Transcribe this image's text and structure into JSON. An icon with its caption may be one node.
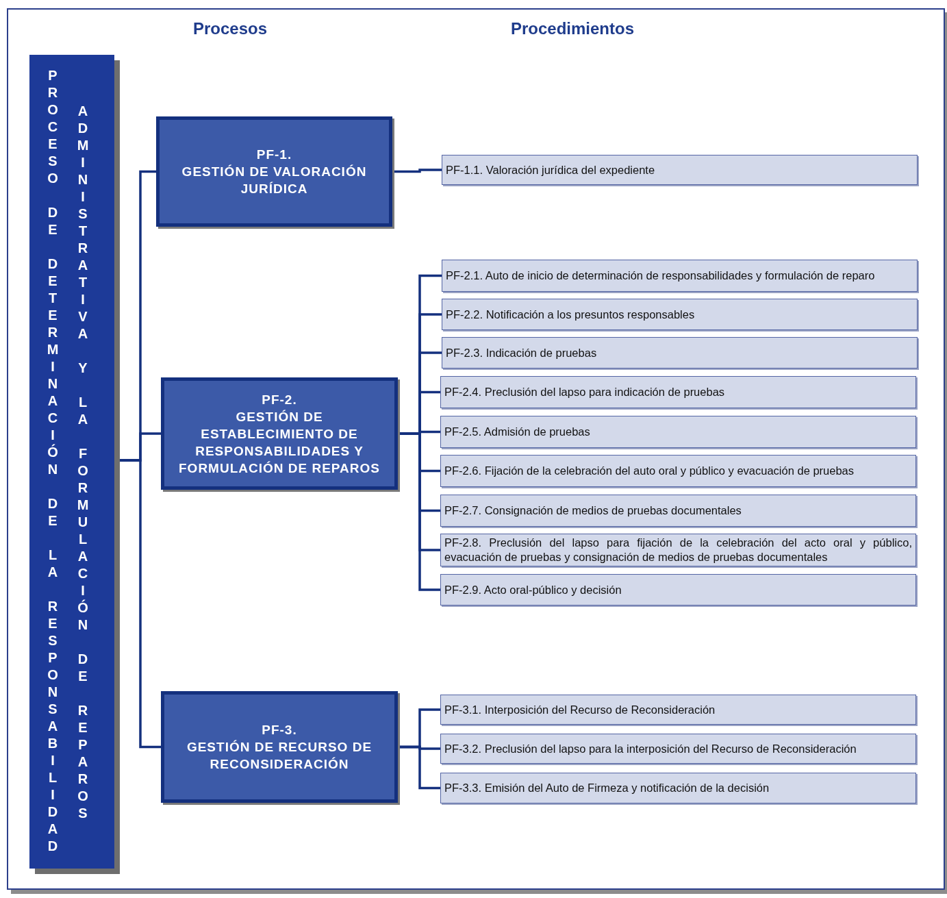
{
  "diagram": {
    "nodes": [
      {
        "text": [
          "PROCESO DE DETERMINACIÓN DE LA RESPONSABILIDAD",
          "ADMINISTRATIVA Y LA FORMULACIÓN DE REPAROS"
        ]
      },
      {
        "text": [
          "PF-1.",
          "GESTIÓN DE VALORACIÓN JURÍDICA"
        ]
      },
      {
        "text": [
          "PF-1.1. Valoración jurídica del expediente"
        ]
      },
      {
        "text": [
          "PF-2.",
          "GESTIÓN DE ESTABLECIMIENTO DE RESPONSABILIDADES Y FORMULACIÓN DE REPAROS"
        ]
      },
      {
        "text": [
          "PF-2.1. Auto de inicio de determinación de responsabilidades y formulación de reparo"
        ]
      },
      {
        "text": [
          "PF-2.2. Notificación a los presuntos responsables"
        ]
      },
      {
        "text": [
          "PF-2.3. Indicación de pruebas"
        ]
      },
      {
        "text": [
          "PF-2.4. Preclusión del lapso para indicación de pruebas"
        ]
      },
      {
        "text": [
          "PF-2.5. Admisión de pruebas"
        ]
      },
      {
        "text": [
          "PF-2.6. Fijación de la celebración del auto oral y público y evacuación de pruebas"
        ]
      },
      {
        "text": [
          "PF-2.7. Consignación de medios de pruebas documentales"
        ]
      },
      {
        "text": [
          "PF-2.8. Preclusión del lapso para fijación de la celebración del acto oral y público, evacuación de pruebas y consignación de medios de pruebas documentales"
        ]
      },
      {
        "text": [
          "PF-2.9. Acto oral-público y decisión"
        ]
      },
      {
        "text": [
          "PF-3.",
          "GESTIÓN DE RECURSO DE RECONSIDERACIÓN"
        ]
      },
      {
        "text": [
          "PF-3.1. Interposición del Recurso de Reconsideración"
        ]
      },
      {
        "text": [
          "PF-3.2. Preclusión del lapso para la interposición del Recurso de Reconsideración"
        ]
      },
      {
        "text": [
          "PF-3.3. Emisión del Auto de Firmeza y notificación de la decisión"
        ]
      }
    ],
    "edges": [
      {
        "from": 0,
        "to": 1,
        "arrow": "none"
      },
      {
        "from": 0,
        "to": 3,
        "arrow": "none"
      },
      {
        "from": 0,
        "to": 13,
        "arrow": "none"
      },
      {
        "from": 1,
        "to": 2,
        "arrow": "none"
      },
      {
        "from": 3,
        "to": 4,
        "arrow": "none"
      },
      {
        "from": 3,
        "to": 5,
        "arrow": "none"
      },
      {
        "from": 3,
        "to": 6,
        "arrow": "none"
      },
      {
        "from": 3,
        "to": 7,
        "arrow": "none"
      },
      {
        "from": 3,
        "to": 8,
        "arrow": "none"
      },
      {
        "from": 3,
        "to": 9,
        "arrow": "none"
      },
      {
        "from": 3,
        "to": 10,
        "arrow": "none"
      },
      {
        "from": 3,
        "to": 11,
        "arrow": "none"
      },
      {
        "from": 3,
        "to": 12,
        "arrow": "none"
      },
      {
        "from": 13,
        "to": 14,
        "arrow": "none"
      },
      {
        "from": 13,
        "to": 15,
        "arrow": "none"
      },
      {
        "from": 13,
        "to": 16,
        "arrow": "none"
      }
    ],
    "labels": [
      "Procesos",
      "Procedimientos"
    ]
  }
}
